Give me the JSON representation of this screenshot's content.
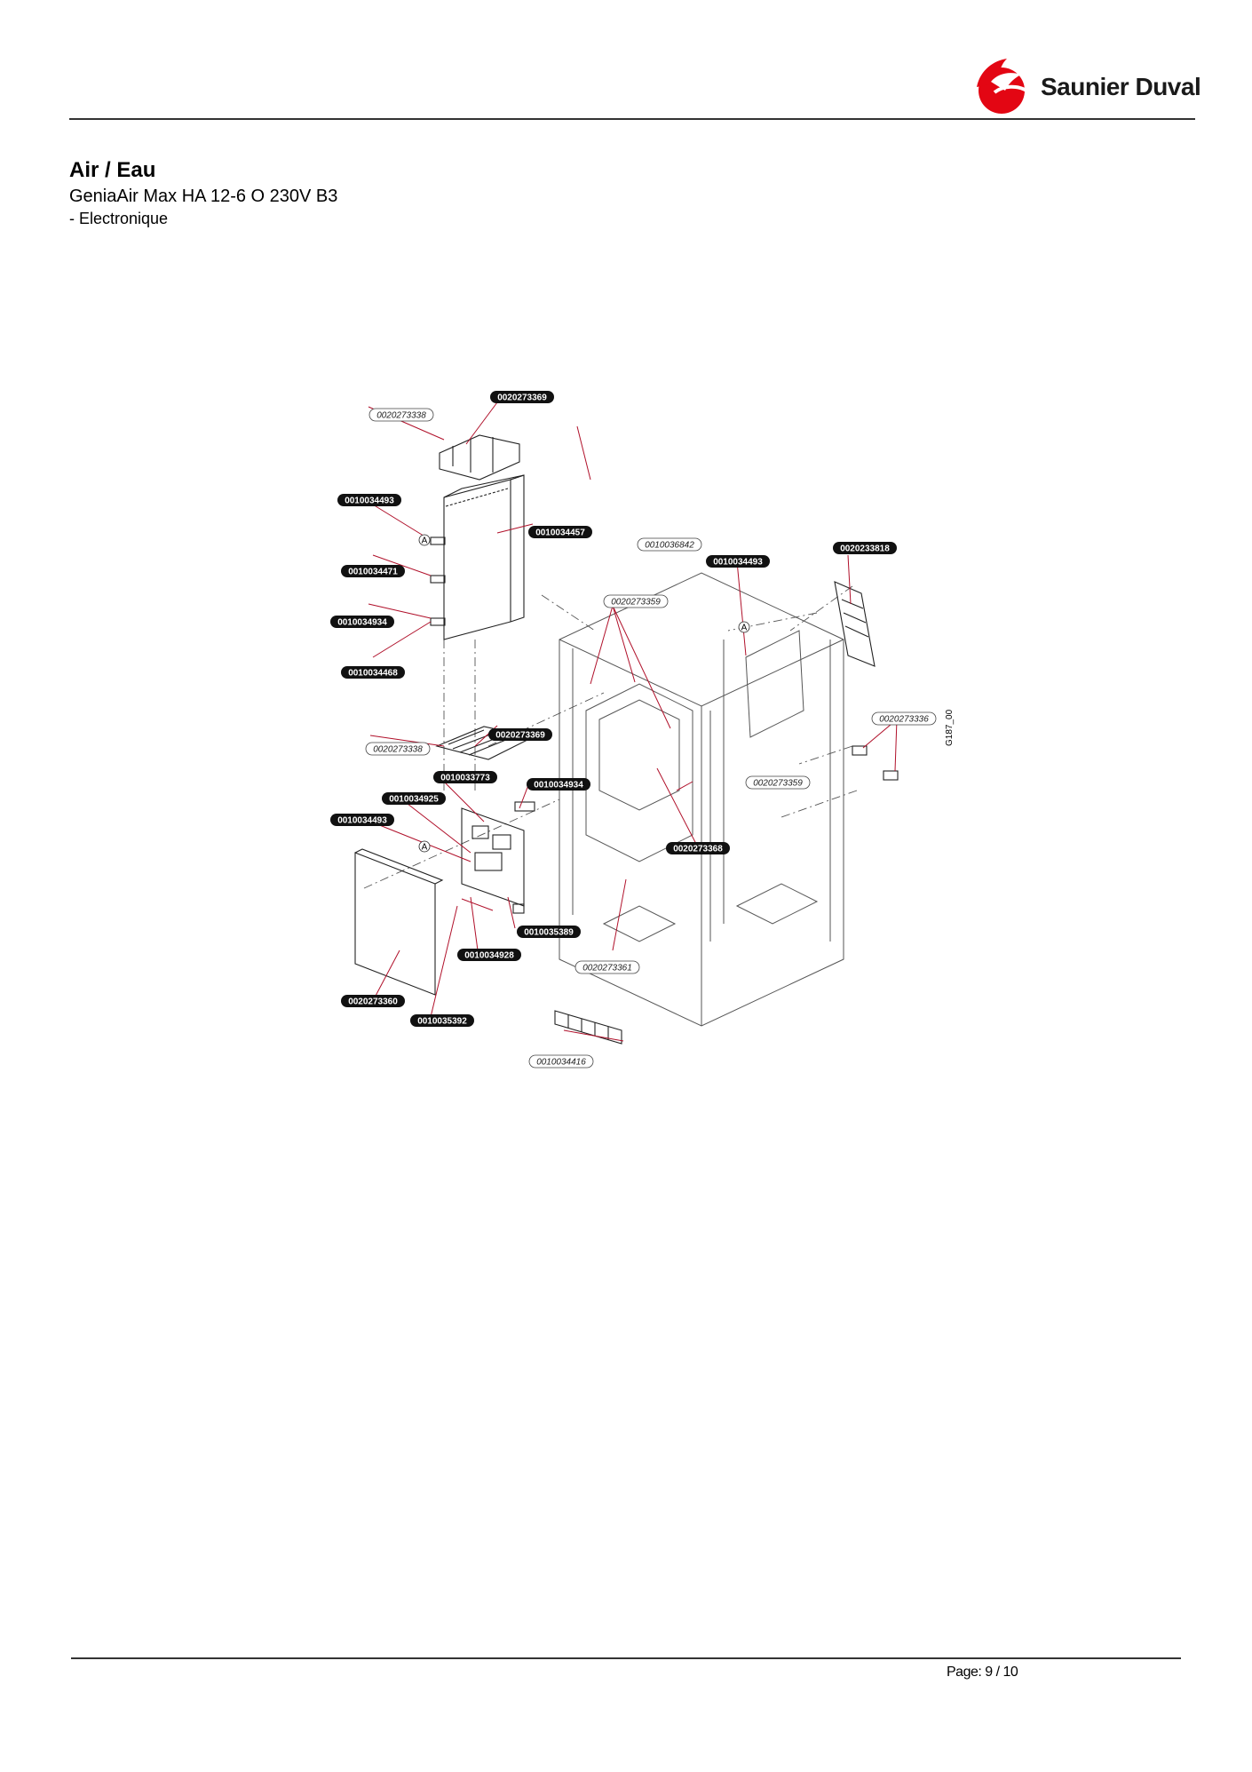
{
  "header": {
    "brand_name": "Saunier Duval",
    "logo_icon": "saunier-duval-flame-logo",
    "brand_color": "#e30613"
  },
  "document": {
    "title": "Air / Eau",
    "model": "GeniaAir Max HA 12-6 O 230V B3",
    "section": "- Electronique"
  },
  "diagram": {
    "drawing_code": "G187_00",
    "marker_label": "A",
    "callouts_dark": [
      "0020273369",
      "0010034493",
      "0010034457",
      "0010034471",
      "0010034934",
      "0010034468",
      "0020273369",
      "0010033773",
      "0010034925",
      "0010034493",
      "0010034934",
      "0010035389",
      "0010034928",
      "0020273360",
      "0010035392",
      "0010034493",
      "0020233818",
      "0020273368"
    ],
    "callouts_light": [
      "0020273338",
      "0010036842",
      "0020273359",
      "0020273338",
      "0020273336",
      "0020273359",
      "0020273361",
      "0010034416"
    ]
  },
  "footer": {
    "page": "Page: 9 / 10"
  }
}
